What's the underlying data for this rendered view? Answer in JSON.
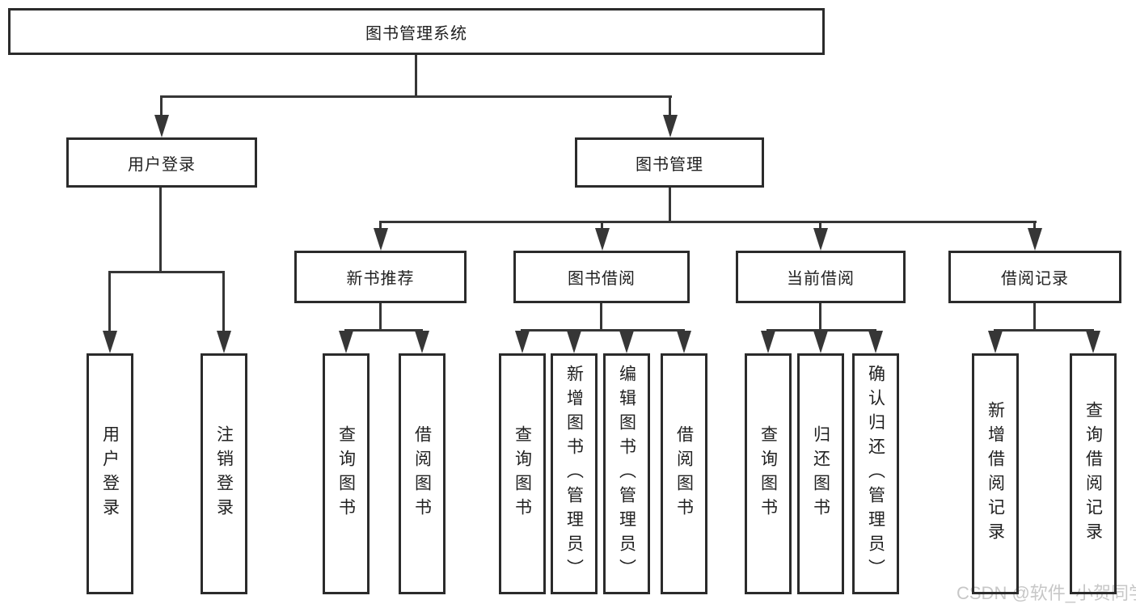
{
  "diagram": {
    "title_note": "functional structure tree of a library management system",
    "root": {
      "label": "图书管理系统"
    },
    "level2": {
      "user_login": {
        "label": "用户登录"
      },
      "book_management": {
        "label": "图书管理"
      }
    },
    "level3": {
      "new_book_recommend": {
        "label": "新书推荐"
      },
      "book_borrowing": {
        "label": "图书借阅"
      },
      "current_borrowing": {
        "label": "当前借阅"
      },
      "borrowing_records": {
        "label": "借阅记录"
      }
    },
    "leaves": [
      "用户登录",
      "注销登录",
      "查询图书",
      "借阅图书",
      "查询图书",
      "新增图书（管理员）",
      "编辑图书（管理员）",
      "借阅图书",
      "查询图书",
      "归还图书",
      "确认归还（管理员）",
      "新增借阅记录",
      "查询借阅记录"
    ]
  },
  "watermark": {
    "text": "CSDN @软件_小贺同学"
  },
  "colors": {
    "background": "#ffffff",
    "box_border": "#2b2b2b",
    "line": "#363636",
    "text": "#212121",
    "watermark": "#c7c7c7"
  }
}
